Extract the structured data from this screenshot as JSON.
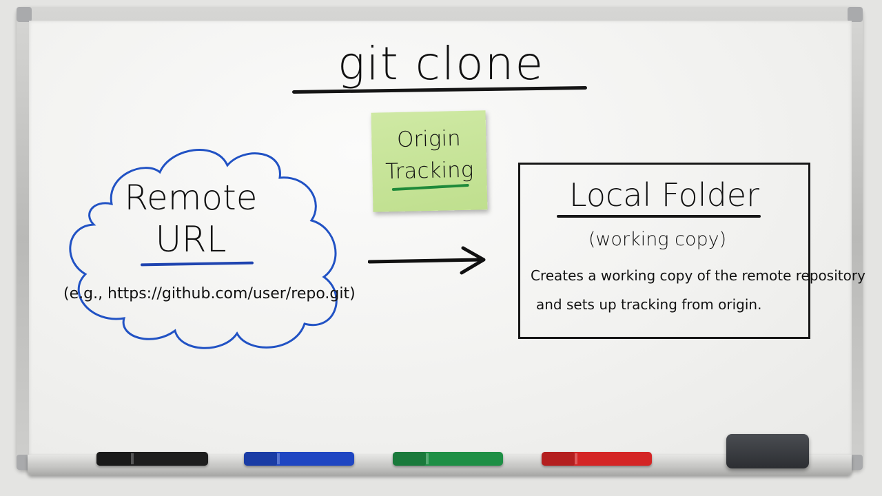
{
  "title": "git clone",
  "remote": {
    "line1": "Remote",
    "line2": "URL",
    "example": "(e.g., https://github.com/user/repo.git)"
  },
  "sticky_note": {
    "line1": "Origin",
    "line2": "Tracking"
  },
  "local": {
    "title": "Local Folder",
    "subtitle": "(working copy)",
    "description_line1": "Creates a working copy of the remote repository",
    "description_line2": "and sets up tracking from origin."
  },
  "colors": {
    "cloud_outline": "#2152c4",
    "remote_underline": "#1f44b0",
    "note_fill": "#c7e499",
    "note_underline": "#1f8a3a",
    "ink": "#111111",
    "marker_black": "#1e1e1e",
    "marker_blue": "#1f46c2",
    "marker_green": "#1e8f45",
    "marker_red": "#d42525",
    "eraser": "#33363a"
  },
  "tray_items": [
    {
      "name": "black-marker-icon",
      "color_key": "marker_black"
    },
    {
      "name": "blue-marker-icon",
      "color_key": "marker_blue"
    },
    {
      "name": "green-marker-icon",
      "color_key": "marker_green"
    },
    {
      "name": "red-marker-icon",
      "color_key": "marker_red"
    },
    {
      "name": "eraser-icon",
      "color_key": "eraser"
    }
  ]
}
